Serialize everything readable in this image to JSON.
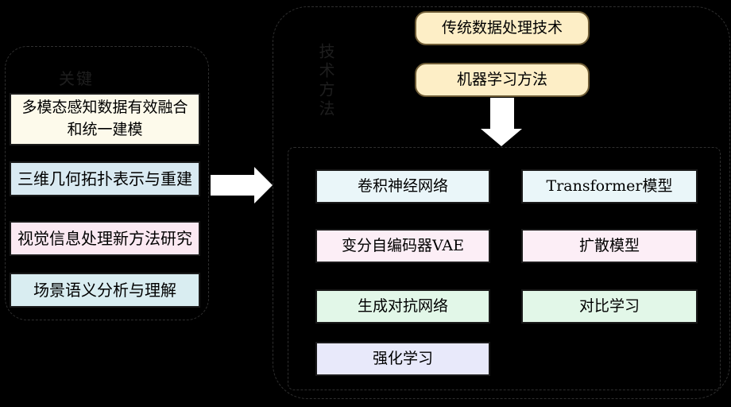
{
  "canvas": {
    "background": "#000000"
  },
  "left_group": {
    "faint_label": "关键",
    "items": [
      {
        "label": "多模态感知数据有效融合和统一建模",
        "bg": "#fdfaeb"
      },
      {
        "label": "三维几何拓扑表示与重建",
        "bg": "#d9eaf2"
      },
      {
        "label": "视觉信息处理新方法研究",
        "bg": "#fbe9f2"
      },
      {
        "label": "场景语义分析与理解",
        "bg": "#d9edf1"
      }
    ]
  },
  "right_group": {
    "faint_label": "技术方法",
    "top_boxes": [
      {
        "label": "传统数据处理技术",
        "bg": "#fdeec6"
      },
      {
        "label": "机器学习方法",
        "bg": "#fdeec6"
      }
    ],
    "methods": [
      {
        "label": "卷积神经网络",
        "bg": "#eaf6f9"
      },
      {
        "label": "Transformer模型",
        "bg": "#eaf6f9"
      },
      {
        "label": "变分自编码器VAE",
        "bg": "#fceef6"
      },
      {
        "label": "扩散模型",
        "bg": "#fceef6"
      },
      {
        "label": "生成对抗网络",
        "bg": "#e2f7e8"
      },
      {
        "label": "对比学习",
        "bg": "#e2f7e8"
      },
      {
        "label": "强化学习",
        "bg": "#e8e9fa"
      }
    ]
  },
  "icons": {
    "right_arrow": "right-block-arrow",
    "down_arrow": "down-block-arrow"
  },
  "colors": {
    "arrow_fill": "#ffffff",
    "dashed_border": "#2f2f2f",
    "box_border": "#1a1a1a",
    "cream_border": "#6e5c36"
  }
}
